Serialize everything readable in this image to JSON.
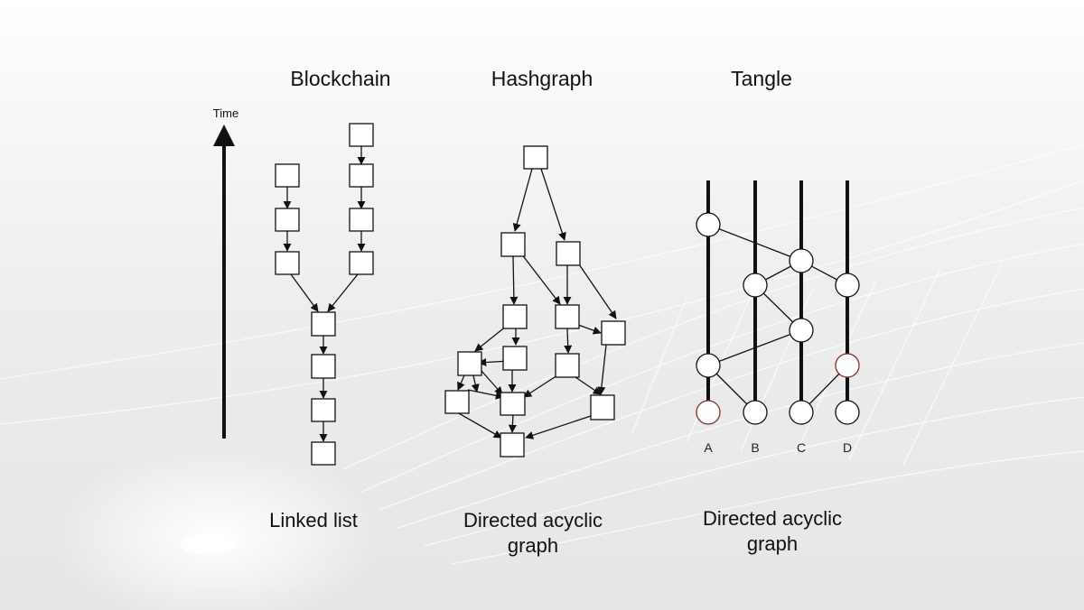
{
  "headings": {
    "blockchain": "Blockchain",
    "hashgraph": "Hashgraph",
    "tangle": "Tangle"
  },
  "time_axis": {
    "label": "Time"
  },
  "captions": {
    "blockchain": "Linked list",
    "hashgraph_line1": "Directed acyclic",
    "hashgraph_line2": "graph",
    "tangle_line1": "Directed acyclic",
    "tangle_line2": "graph"
  },
  "tangle_lanes": [
    "A",
    "B",
    "C",
    "D"
  ],
  "colors": {
    "ink": "#111111",
    "highlight_node": "#8a2a2a",
    "node_fill": "#ffffff"
  }
}
